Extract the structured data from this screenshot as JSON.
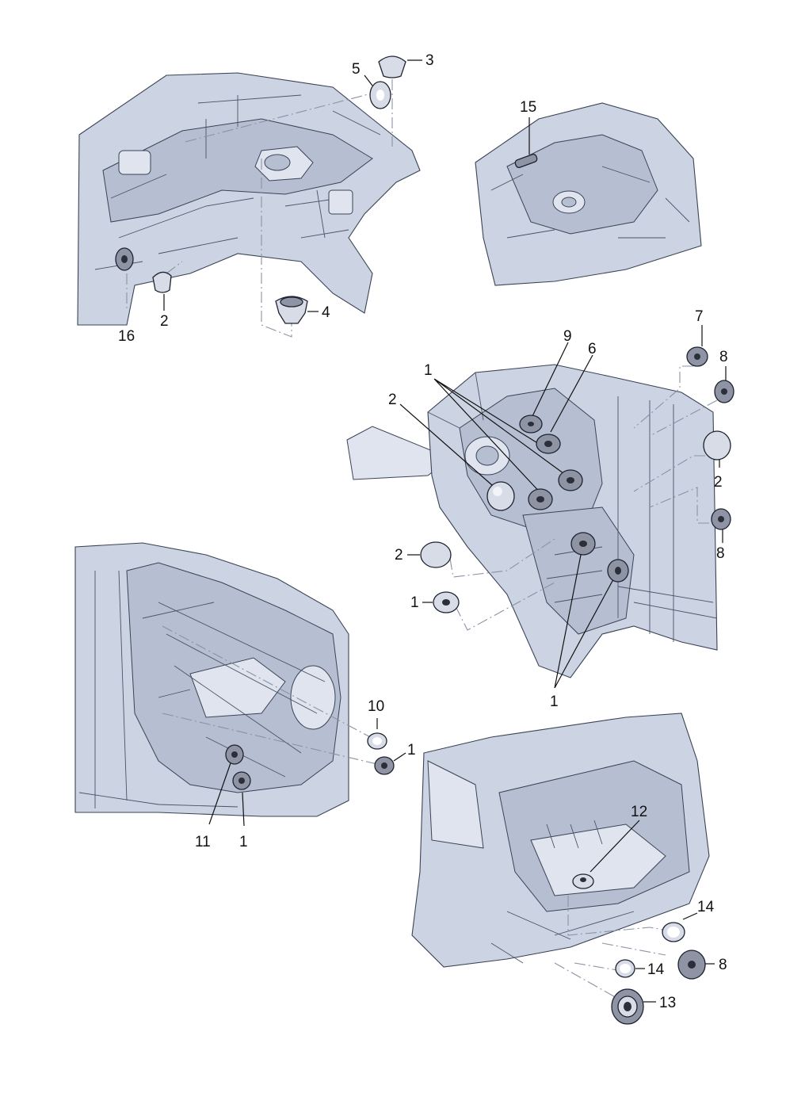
{
  "callouts": [
    {
      "id": "c-top-5",
      "text": "5"
    },
    {
      "id": "c-top-3",
      "text": "3"
    },
    {
      "id": "c-top-15",
      "text": "15"
    },
    {
      "id": "c-top-4",
      "text": "4"
    },
    {
      "id": "c-top-2",
      "text": "2"
    },
    {
      "id": "c-top-16",
      "text": "16"
    },
    {
      "id": "c-mid-7",
      "text": "7"
    },
    {
      "id": "c-mid-8a",
      "text": "8"
    },
    {
      "id": "c-mid-9",
      "text": "9"
    },
    {
      "id": "c-mid-6",
      "text": "6"
    },
    {
      "id": "c-mid-1a",
      "text": "1"
    },
    {
      "id": "c-mid-2a",
      "text": "2"
    },
    {
      "id": "c-mid-2b",
      "text": "2"
    },
    {
      "id": "c-mid-8b",
      "text": "8"
    },
    {
      "id": "c-mid-2c",
      "text": "2"
    },
    {
      "id": "c-mid-1b",
      "text": "1"
    },
    {
      "id": "c-mid-1c",
      "text": "1"
    },
    {
      "id": "c-low-10",
      "text": "10"
    },
    {
      "id": "c-low-1a",
      "text": "1"
    },
    {
      "id": "c-low-11",
      "text": "11"
    },
    {
      "id": "c-low-1b",
      "text": "1"
    },
    {
      "id": "c-trunk-12",
      "text": "12"
    },
    {
      "id": "c-trunk-14a",
      "text": "14"
    },
    {
      "id": "c-trunk-14b",
      "text": "14"
    },
    {
      "id": "c-trunk-8",
      "text": "8"
    },
    {
      "id": "c-trunk-13",
      "text": "13"
    }
  ]
}
